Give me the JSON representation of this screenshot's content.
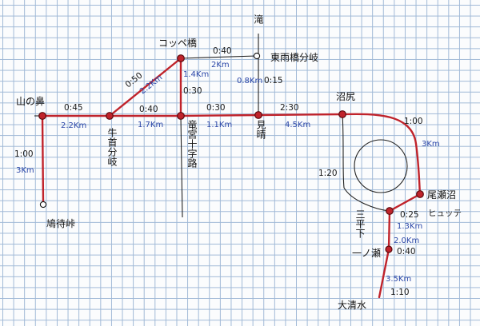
{
  "places": {
    "taki": "滝",
    "higashi_nakawakare": "東雨橋分岐",
    "koppebashi": "コッペ橋",
    "yamanohana": "山の鼻",
    "ushikubi": "牛首分岐",
    "ryugu": "竜宮十字路",
    "miharashi": "見晴",
    "numajiri": "沼尻",
    "ozesawa": "尾瀬沼",
    "hyutte": "ヒュッテ",
    "sanpei": "三平下",
    "ichinose": "一ノ瀬",
    "ootsu": "大清水",
    "hatomachi": "鳩待峠"
  },
  "segments": [
    {
      "id": "yamanohana-ushikubi",
      "time": "0:45",
      "distance": "2.2Km"
    },
    {
      "id": "ushikubi-ryugu",
      "time": "0:40",
      "distance": "1.7Km"
    },
    {
      "id": "ushikubi-koppe",
      "time": "0:50",
      "distance": "2.2Km"
    },
    {
      "id": "koppe-ryugu",
      "time": "0:30",
      "distance": "1.4Km"
    },
    {
      "id": "koppe-higashi",
      "time": "0:40",
      "distance": "2Km"
    },
    {
      "id": "ryugu-miharashi",
      "time": "0:30",
      "distance": "1.1Km"
    },
    {
      "id": "miharashi-higashi",
      "time": "0:15",
      "distance": "0.8Km"
    },
    {
      "id": "miharashi-numajiri",
      "time": "2:30",
      "distance": "4.5Km"
    },
    {
      "id": "numajiri-ozesawa",
      "time": "1:00",
      "distance": "3Km"
    },
    {
      "id": "numajiri-sanpei",
      "time": "1:20",
      "distance": ""
    },
    {
      "id": "ozesawa-sanpei",
      "time": "0:25",
      "distance": "1.3Km"
    },
    {
      "id": "sanpei-ichinose",
      "time": "0:40",
      "distance": "2.0Km"
    },
    {
      "id": "ichinose-ootsu",
      "time": "1:10",
      "distance": "3.5Km"
    },
    {
      "id": "yamanohana-hatomachi",
      "time": "1:00",
      "distance": "3Km"
    }
  ]
}
